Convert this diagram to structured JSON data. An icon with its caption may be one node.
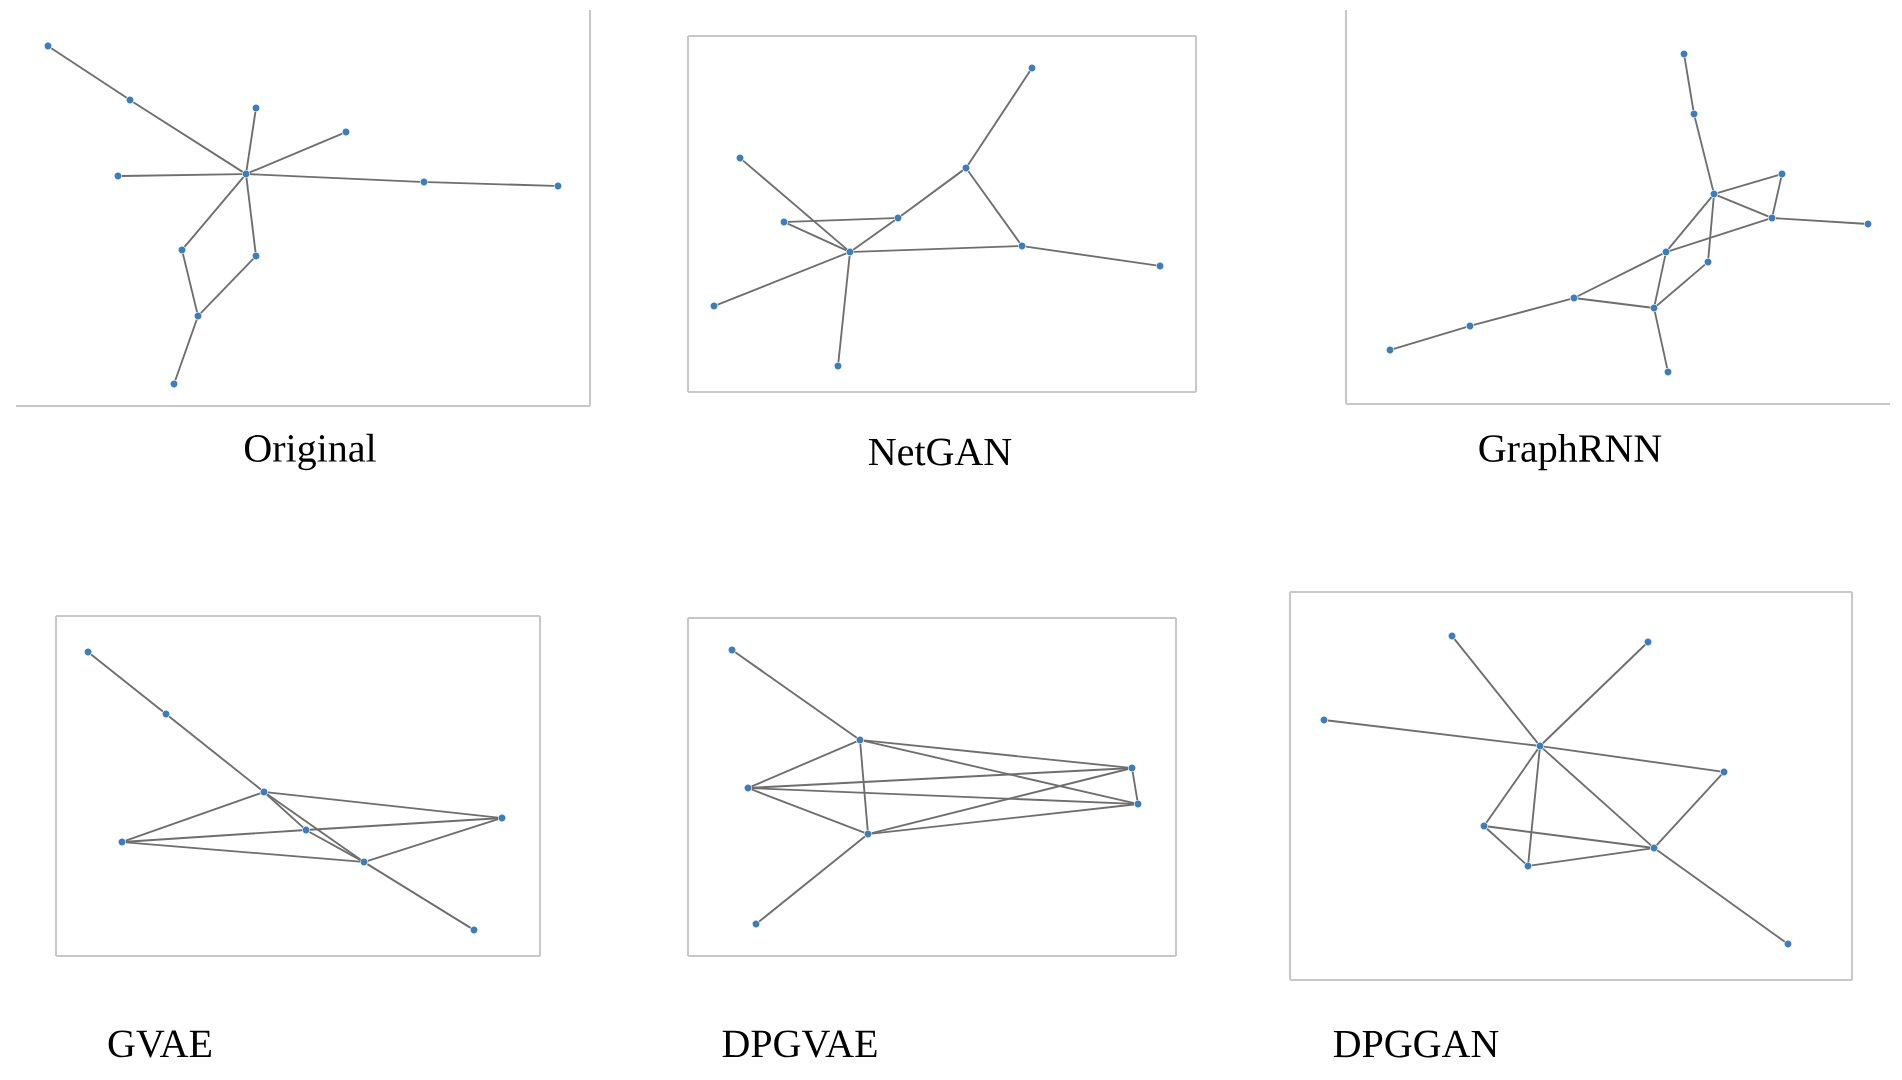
{
  "diagram": {
    "nodes": [
      {
        "text": [
          "Original"
        ]
      },
      {
        "text": [],
        "shape": "circle",
        "in": 0
      },
      {
        "text": [],
        "shape": "circle",
        "in": 0
      },
      {
        "text": [],
        "shape": "circle",
        "in": 0
      },
      {
        "text": [],
        "shape": "circle",
        "in": 0
      },
      {
        "text": [],
        "shape": "circle",
        "in": 0
      },
      {
        "text": [],
        "shape": "circle",
        "in": 0
      },
      {
        "text": [],
        "shape": "circle",
        "in": 0
      },
      {
        "text": [],
        "shape": "circle",
        "in": 0
      },
      {
        "text": [],
        "shape": "circle",
        "in": 0
      },
      {
        "text": [],
        "shape": "circle",
        "in": 0
      },
      {
        "text": [],
        "shape": "circle",
        "in": 0
      },
      {
        "text": [],
        "shape": "circle",
        "in": 0
      },
      {
        "text": [
          "NetGAN"
        ]
      },
      {
        "text": [],
        "shape": "circle",
        "in": 13
      },
      {
        "text": [],
        "shape": "circle",
        "in": 13
      },
      {
        "text": [],
        "shape": "circle",
        "in": 13
      },
      {
        "text": [],
        "shape": "circle",
        "in": 13
      },
      {
        "text": [],
        "shape": "circle",
        "in": 13
      },
      {
        "text": [],
        "shape": "circle",
        "in": 13
      },
      {
        "text": [],
        "shape": "circle",
        "in": 13
      },
      {
        "text": [],
        "shape": "circle",
        "in": 13
      },
      {
        "text": [],
        "shape": "circle",
        "in": 13
      },
      {
        "text": [],
        "shape": "circle",
        "in": 13
      },
      {
        "text": [
          "GraphRNN"
        ]
      },
      {
        "text": [],
        "shape": "circle",
        "in": 24
      },
      {
        "text": [],
        "shape": "circle",
        "in": 24
      },
      {
        "text": [],
        "shape": "circle",
        "in": 24
      },
      {
        "text": [],
        "shape": "circle",
        "in": 24
      },
      {
        "text": [],
        "shape": "circle",
        "in": 24
      },
      {
        "text": [],
        "shape": "circle",
        "in": 24
      },
      {
        "text": [],
        "shape": "circle",
        "in": 24
      },
      {
        "text": [],
        "shape": "circle",
        "in": 24
      },
      {
        "text": [],
        "shape": "circle",
        "in": 24
      },
      {
        "text": [],
        "shape": "circle",
        "in": 24
      },
      {
        "text": [],
        "shape": "circle",
        "in": 24
      },
      {
        "text": [],
        "shape": "circle",
        "in": 24
      },
      {
        "text": [],
        "shape": "circle",
        "in": 24
      },
      {
        "text": [
          "GVAE"
        ]
      },
      {
        "text": [],
        "shape": "circle",
        "in": 38
      },
      {
        "text": [],
        "shape": "circle",
        "in": 38
      },
      {
        "text": [],
        "shape": "circle",
        "in": 38
      },
      {
        "text": [],
        "shape": "circle",
        "in": 38
      },
      {
        "text": [],
        "shape": "circle",
        "in": 38
      },
      {
        "text": [],
        "shape": "circle",
        "in": 38
      },
      {
        "text": [],
        "shape": "circle",
        "in": 38
      },
      {
        "text": [],
        "shape": "circle",
        "in": 38
      },
      {
        "text": [
          "DPGVAE"
        ]
      },
      {
        "text": [],
        "shape": "circle",
        "in": 47
      },
      {
        "text": [],
        "shape": "circle",
        "in": 47
      },
      {
        "text": [],
        "shape": "circle",
        "in": 47
      },
      {
        "text": [],
        "shape": "circle",
        "in": 47
      },
      {
        "text": [],
        "shape": "circle",
        "in": 47
      },
      {
        "text": [],
        "shape": "circle",
        "in": 47
      },
      {
        "text": [],
        "shape": "circle",
        "in": 47
      },
      {
        "text": [
          "DPGGAN"
        ]
      },
      {
        "text": [],
        "shape": "circle",
        "in": 55
      },
      {
        "text": [],
        "shape": "circle",
        "in": 55
      },
      {
        "text": [],
        "shape": "circle",
        "in": 55
      },
      {
        "text": [],
        "shape": "circle",
        "in": 55
      },
      {
        "text": [],
        "shape": "circle",
        "in": 55
      },
      {
        "text": [],
        "shape": "circle",
        "in": 55
      },
      {
        "text": [],
        "shape": "circle",
        "in": 55
      },
      {
        "text": [],
        "shape": "circle",
        "in": 55
      },
      {
        "text": [],
        "shape": "circle",
        "in": 55
      }
    ],
    "edges": [
      {
        "from": 1,
        "to": 2,
        "arrow": "none"
      },
      {
        "from": 2,
        "to": 6,
        "arrow": "none"
      },
      {
        "from": 3,
        "to": 6,
        "arrow": "none"
      },
      {
        "from": 4,
        "to": 6,
        "arrow": "none"
      },
      {
        "from": 5,
        "to": 6,
        "arrow": "none"
      },
      {
        "from": 6,
        "to": 7,
        "arrow": "none"
      },
      {
        "from": 7,
        "to": 8,
        "arrow": "none"
      },
      {
        "from": 6,
        "to": 9,
        "arrow": "none"
      },
      {
        "from": 6,
        "to": 10,
        "arrow": "none"
      },
      {
        "from": 9,
        "to": 11,
        "arrow": "none"
      },
      {
        "from": 10,
        "to": 11,
        "arrow": "none"
      },
      {
        "from": 11,
        "to": 12,
        "arrow": "none"
      },
      {
        "from": 14,
        "to": 15,
        "arrow": "none"
      },
      {
        "from": 15,
        "to": 18,
        "arrow": "none"
      },
      {
        "from": 18,
        "to": 19,
        "arrow": "none"
      },
      {
        "from": 15,
        "to": 20,
        "arrow": "none"
      },
      {
        "from": 16,
        "to": 19,
        "arrow": "none"
      },
      {
        "from": 17,
        "to": 18,
        "arrow": "none"
      },
      {
        "from": 17,
        "to": 19,
        "arrow": "none"
      },
      {
        "from": 19,
        "to": 20,
        "arrow": "none"
      },
      {
        "from": 20,
        "to": 21,
        "arrow": "none"
      },
      {
        "from": 22,
        "to": 19,
        "arrow": "none"
      },
      {
        "from": 23,
        "to": 19,
        "arrow": "none"
      },
      {
        "from": 25,
        "to": 26,
        "arrow": "none"
      },
      {
        "from": 26,
        "to": 27,
        "arrow": "none"
      },
      {
        "from": 27,
        "to": 28,
        "arrow": "none"
      },
      {
        "from": 28,
        "to": 29,
        "arrow": "none"
      },
      {
        "from": 27,
        "to": 29,
        "arrow": "none"
      },
      {
        "from": 29,
        "to": 30,
        "arrow": "none"
      },
      {
        "from": 27,
        "to": 31,
        "arrow": "none"
      },
      {
        "from": 27,
        "to": 32,
        "arrow": "none"
      },
      {
        "from": 31,
        "to": 29,
        "arrow": "none"
      },
      {
        "from": 33,
        "to": 31,
        "arrow": "none"
      },
      {
        "from": 31,
        "to": 34,
        "arrow": "none"
      },
      {
        "from": 32,
        "to": 34,
        "arrow": "none"
      },
      {
        "from": 33,
        "to": 34,
        "arrow": "none"
      },
      {
        "from": 33,
        "to": 35,
        "arrow": "none"
      },
      {
        "from": 35,
        "to": 36,
        "arrow": "none"
      },
      {
        "from": 34,
        "to": 37,
        "arrow": "none"
      },
      {
        "from": 39,
        "to": 40,
        "arrow": "none"
      },
      {
        "from": 40,
        "to": 41,
        "arrow": "none"
      },
      {
        "from": 41,
        "to": 45,
        "arrow": "none"
      },
      {
        "from": 45,
        "to": 46,
        "arrow": "none"
      },
      {
        "from": 41,
        "to": 43,
        "arrow": "none"
      },
      {
        "from": 43,
        "to": 45,
        "arrow": "none"
      },
      {
        "from": 41,
        "to": 44,
        "arrow": "none"
      },
      {
        "from": 41,
        "to": 42,
        "arrow": "none"
      },
      {
        "from": 44,
        "to": 43,
        "arrow": "none"
      },
      {
        "from": 43,
        "to": 42,
        "arrow": "none"
      },
      {
        "from": 44,
        "to": 45,
        "arrow": "none"
      },
      {
        "from": 45,
        "to": 42,
        "arrow": "none"
      },
      {
        "from": 48,
        "to": 49,
        "arrow": "none"
      },
      {
        "from": 49,
        "to": 50,
        "arrow": "none"
      },
      {
        "from": 49,
        "to": 53,
        "arrow": "none"
      },
      {
        "from": 49,
        "to": 51,
        "arrow": "none"
      },
      {
        "from": 49,
        "to": 52,
        "arrow": "none"
      },
      {
        "from": 50,
        "to": 51,
        "arrow": "none"
      },
      {
        "from": 50,
        "to": 52,
        "arrow": "none"
      },
      {
        "from": 50,
        "to": 53,
        "arrow": "none"
      },
      {
        "from": 53,
        "to": 51,
        "arrow": "none"
      },
      {
        "from": 53,
        "to": 52,
        "arrow": "none"
      },
      {
        "from": 51,
        "to": 52,
        "arrow": "none"
      },
      {
        "from": 53,
        "to": 54,
        "arrow": "none"
      },
      {
        "from": 56,
        "to": 59,
        "arrow": "none"
      },
      {
        "from": 57,
        "to": 59,
        "arrow": "none"
      },
      {
        "from": 58,
        "to": 59,
        "arrow": "none"
      },
      {
        "from": 59,
        "to": 60,
        "arrow": "none"
      },
      {
        "from": 59,
        "to": 61,
        "arrow": "none"
      },
      {
        "from": 59,
        "to": 63,
        "arrow": "none"
      },
      {
        "from": 59,
        "to": 62,
        "arrow": "none"
      },
      {
        "from": 62,
        "to": 64,
        "arrow": "none"
      },
      {
        "from": 60,
        "to": 62,
        "arrow": "none"
      },
      {
        "from": 61,
        "to": 62,
        "arrow": "none"
      },
      {
        "from": 61,
        "to": 63,
        "arrow": "none"
      },
      {
        "from": 63,
        "to": 62,
        "arrow": "none"
      }
    ]
  }
}
